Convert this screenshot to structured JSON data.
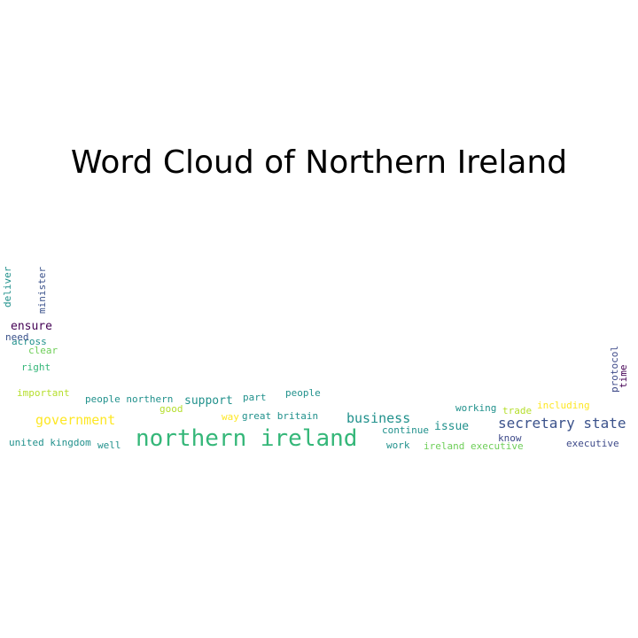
{
  "title": "Word Cloud of Northern Ireland",
  "chart_data": {
    "type": "wordcloud",
    "title": "Word Cloud of Northern Ireland",
    "words": [
      {
        "text": "northern ireland",
        "color": "#35b779"
      },
      {
        "text": "secretary state",
        "color": "#3b528b"
      },
      {
        "text": "business",
        "color": "#21918c"
      },
      {
        "text": "government",
        "color": "#fde725"
      },
      {
        "text": "ensure",
        "color": "#440154"
      },
      {
        "text": "support",
        "color": "#21918c"
      },
      {
        "text": "issue",
        "color": "#21918c"
      },
      {
        "text": "people northern",
        "color": "#21918c"
      },
      {
        "text": "part",
        "color": "#21918c"
      },
      {
        "text": "working",
        "color": "#21918c"
      },
      {
        "text": "including",
        "color": "#fde725"
      },
      {
        "text": "trade",
        "color": "#b5de2b"
      },
      {
        "text": "people",
        "color": "#21918c"
      },
      {
        "text": "great britain",
        "color": "#21918c"
      },
      {
        "text": "good",
        "color": "#b5de2b"
      },
      {
        "text": "way",
        "color": "#fde725"
      },
      {
        "text": "continue",
        "color": "#21918c"
      },
      {
        "text": "united kingdom",
        "color": "#21918c"
      },
      {
        "text": "well",
        "color": "#21918c"
      },
      {
        "text": "work",
        "color": "#21918c"
      },
      {
        "text": "ireland executive",
        "color": "#6ece58"
      },
      {
        "text": "know",
        "color": "#3e4a89"
      },
      {
        "text": "executive",
        "color": "#3e4a89"
      },
      {
        "text": "important",
        "color": "#b5de2b"
      },
      {
        "text": "right",
        "color": "#35b779"
      },
      {
        "text": "clear",
        "color": "#6ece58"
      },
      {
        "text": "across",
        "color": "#21918c"
      },
      {
        "text": "need",
        "color": "#3b528b"
      },
      {
        "text": "deliver",
        "color": "#21918c"
      },
      {
        "text": "minister",
        "color": "#3b528b"
      },
      {
        "text": "protocol",
        "color": "#3e4a89"
      },
      {
        "text": "time",
        "color": "#440154"
      }
    ]
  }
}
